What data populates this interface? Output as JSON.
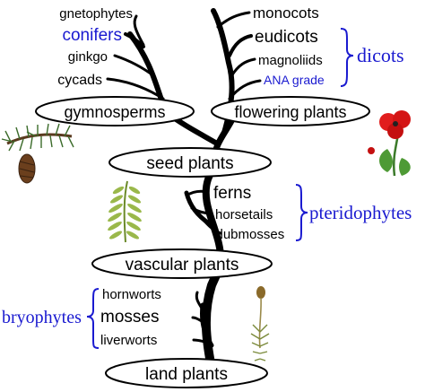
{
  "nodes": {
    "land_plants": "land plants",
    "vascular_plants": "vascular plants",
    "seed_plants": "seed plants",
    "gymnosperms": "gymnosperms",
    "flowering_plants": "flowering plants"
  },
  "leaves": {
    "gnetophytes": "gnetophytes",
    "conifers": "conifers",
    "ginkgo": "ginkgo",
    "cycads": "cycads",
    "monocots": "monocots",
    "eudicots": "eudicots",
    "magnoliids": "magnoliids",
    "ana_grade": "ANA grade",
    "ferns": "ferns",
    "horsetails": "horsetails",
    "clubmosses": "clubmosses",
    "hornworts": "hornworts",
    "mosses": "mosses",
    "liverworts": "liverworts"
  },
  "groups": {
    "dicots": "dicots",
    "pteridophytes": "pteridophytes",
    "bryophytes": "bryophytes"
  },
  "illustrations": [
    "pine-branch-icon",
    "poppy-flower-icon",
    "fern-frond-icon",
    "moss-sporophyte-icon"
  ],
  "colors": {
    "group_labels": "#1a1ad0",
    "tree": "#000000"
  }
}
